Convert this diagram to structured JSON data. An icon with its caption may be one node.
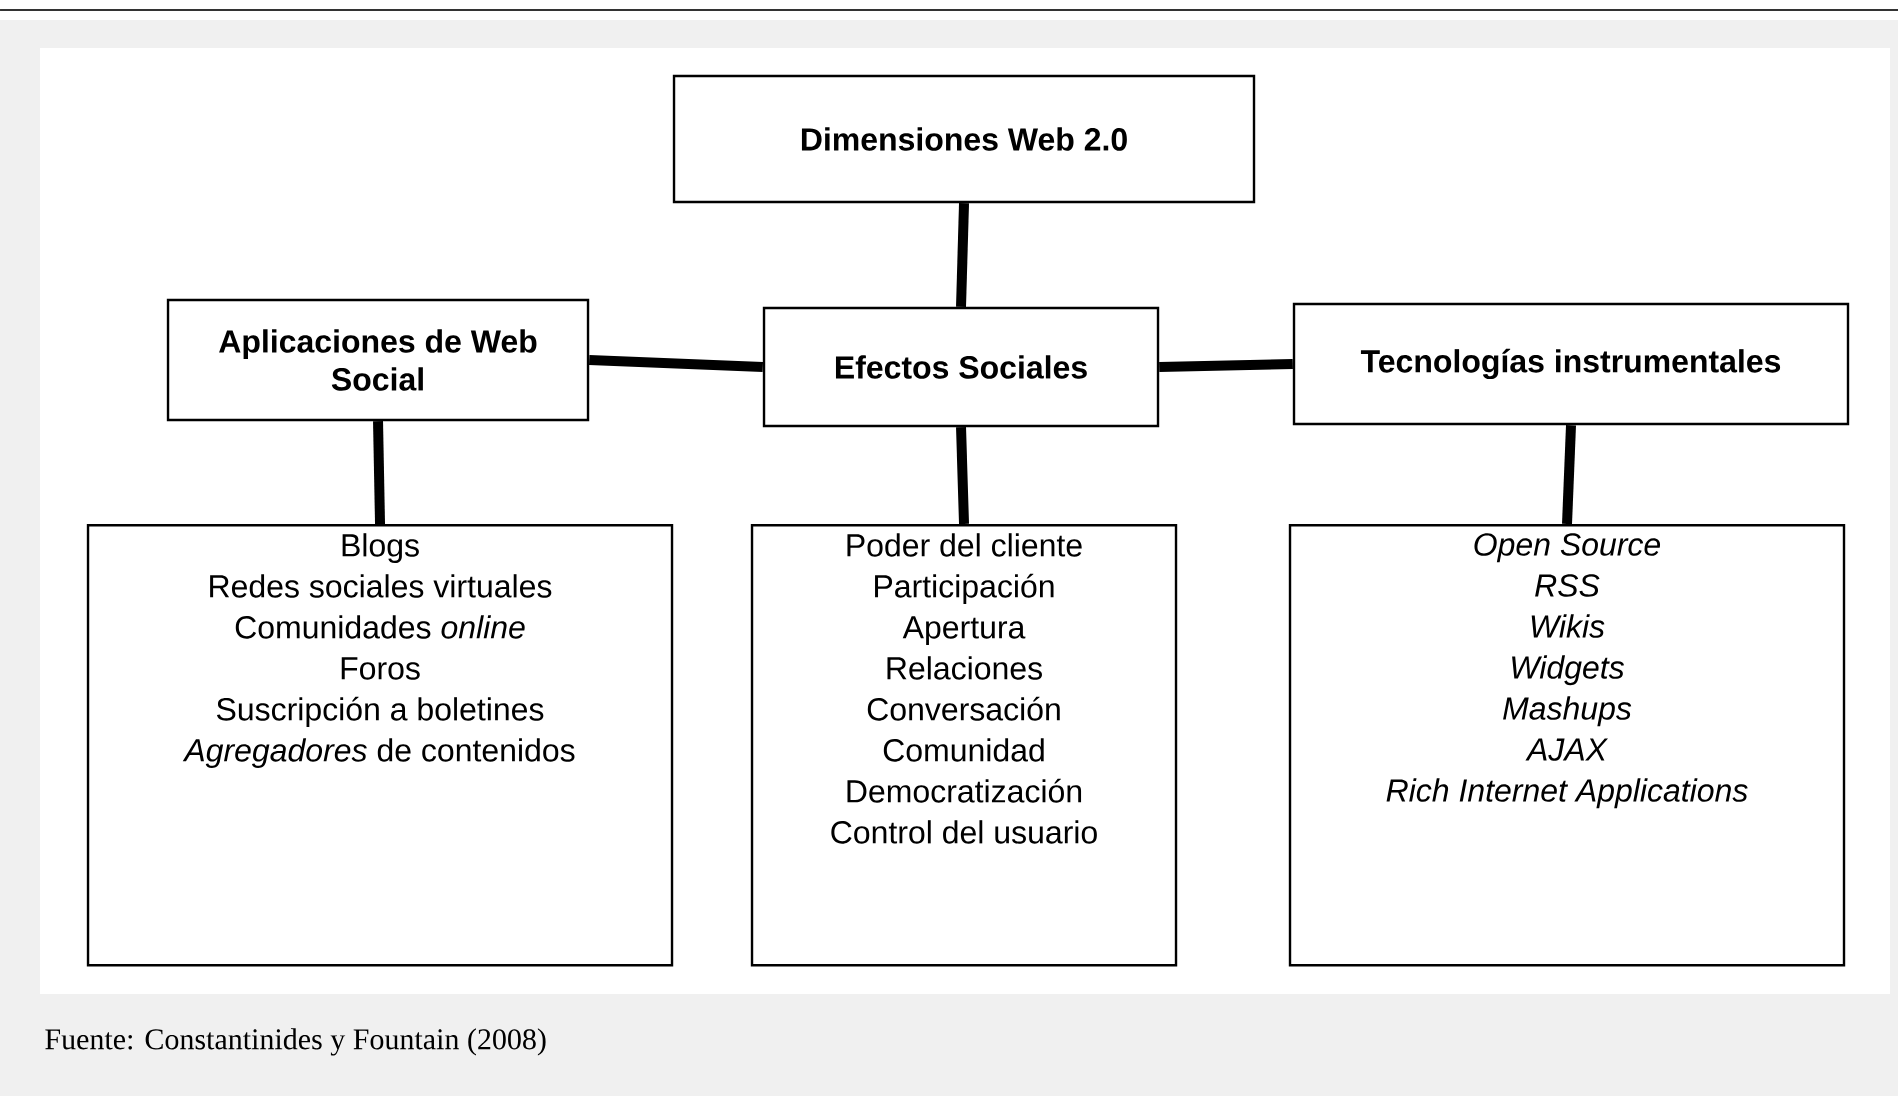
{
  "diagram": {
    "caption": "Fuente: Constantinides y Fountain (2008)",
    "nodes": [
      {
        "text": [
          "Dimensiones Web 2.0"
        ]
      },
      {
        "text": [
          "Aplicaciones de Web Social"
        ]
      },
      {
        "text": [
          "Efectos Sociales"
        ]
      },
      {
        "text": [
          "Tecnologías instrumentales"
        ]
      },
      {
        "text": [
          "Blogs",
          "Redes sociales virtuales",
          "Comunidades *online*",
          "Foros",
          "Suscripción a boletines",
          "*Agregadores* de contenidos"
        ]
      },
      {
        "text": [
          "Poder del cliente",
          "Participación",
          "Apertura",
          "Relaciones",
          "Conversación",
          "Comunidad",
          "Democratización",
          "Control del usuario"
        ]
      },
      {
        "text": [
          "Open Source",
          "RSS",
          "Wikis",
          "Widgets",
          "Mashups",
          "AJAX",
          "Rich Internet Applications"
        ]
      }
    ],
    "edges": [
      {
        "from": 0,
        "to": 2,
        "arrow": "none"
      },
      {
        "from": 1,
        "to": 2,
        "arrow": "none"
      },
      {
        "from": 2,
        "to": 3,
        "arrow": "none"
      },
      {
        "from": 1,
        "to": 4,
        "arrow": "none"
      },
      {
        "from": 2,
        "to": 5,
        "arrow": "none"
      },
      {
        "from": 3,
        "to": 6,
        "arrow": "none"
      }
    ]
  }
}
